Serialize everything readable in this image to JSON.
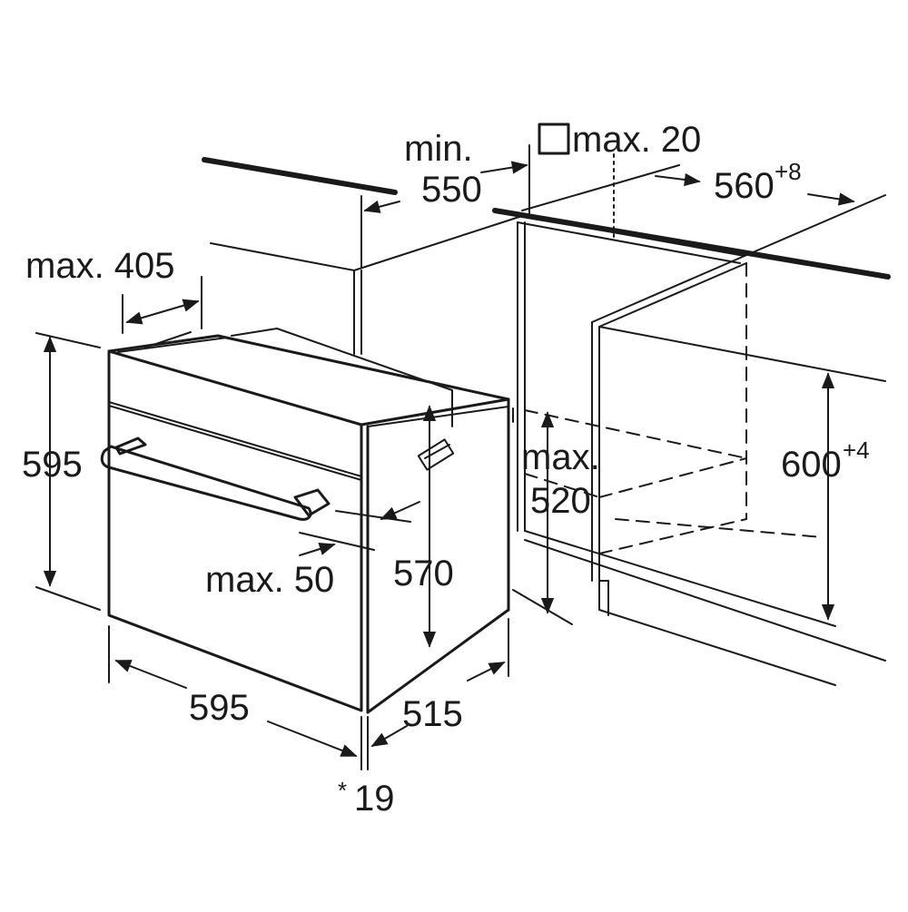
{
  "labels": {
    "min": "min.",
    "min_value": "550",
    "clearance": "max. 20",
    "cabinet_width": "560",
    "cabinet_width_tol": "+8",
    "max_405": "max. 405",
    "oven_height": "595",
    "max_label": "max.",
    "max_520_value": "520",
    "cabinet_height": "600",
    "cabinet_height_tol": "+4",
    "max_50": "max. 50",
    "body_height": "570",
    "oven_width": "595",
    "oven_depth": "515",
    "footnote_star": "*",
    "footnote_value": "19"
  },
  "icons": {
    "square": "square-icon"
  }
}
